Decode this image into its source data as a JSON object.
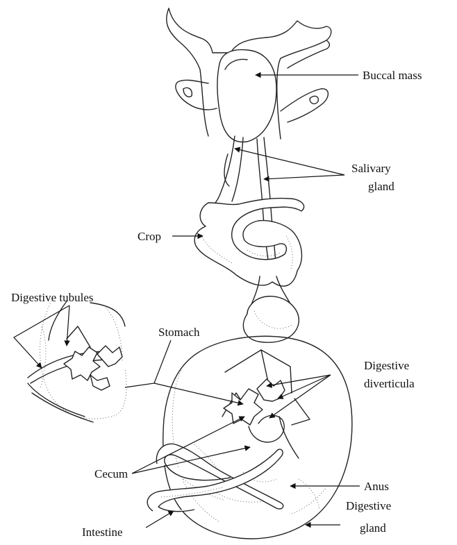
{
  "labels": {
    "buccal_mass": "Buccal mass",
    "salivary_line1": "Salivary",
    "salivary_line2": "gland",
    "crop": "Crop",
    "digestive_tubules": "Digestive tubules",
    "stomach": "Stomach",
    "diverticula_line1": "Digestive",
    "diverticula_line2": "diverticula",
    "cecum": "Cecum",
    "anus": "Anus",
    "intestine": "Intestine",
    "gland_line1": "Digestive",
    "gland_line2": "gland"
  }
}
